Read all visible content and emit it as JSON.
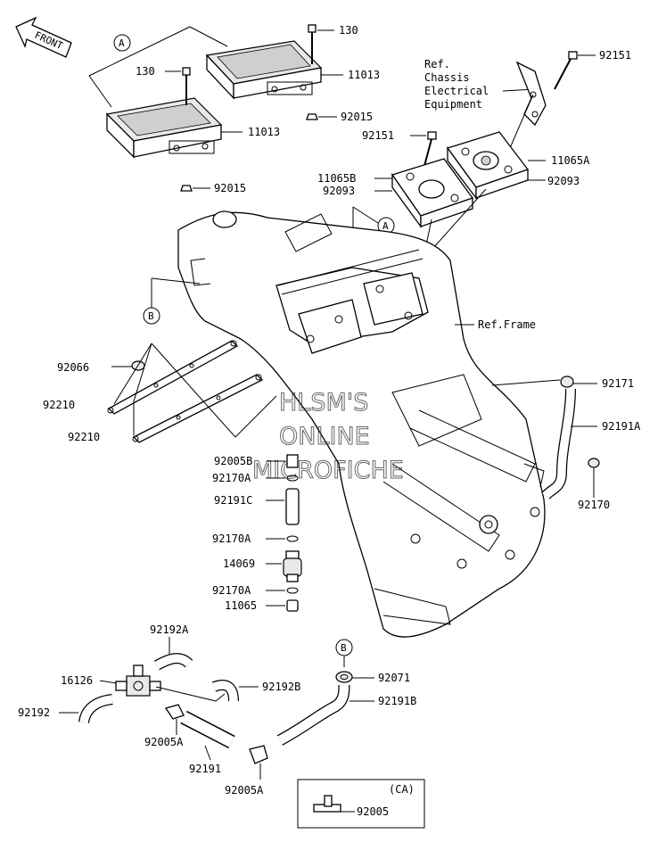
{
  "diagram": {
    "front_label": "FRONT",
    "ref_chassis": [
      "Ref.",
      "Chassis",
      "Electrical",
      "Equipment"
    ],
    "ref_frame": "Ref.Frame",
    "callout_a": "A",
    "callout_b": "B",
    "ca_label": "(CA)",
    "watermark": [
      "HLSM'S",
      "ONLINE",
      "MICROFICHE"
    ],
    "parts": {
      "p130_top": "130",
      "p130_left": "130",
      "p11013_top": "11013",
      "p11013_left": "11013",
      "p92015_top": "92015",
      "p92015_left": "92015",
      "p92151_top": "92151",
      "p92151_mid": "92151",
      "p11065A": "11065A",
      "p11065B": "11065B",
      "p92093_left": "92093",
      "p92093_right": "92093",
      "p92066": "92066",
      "p92210_a": "92210",
      "p92210_b": "92210",
      "p92171": "92171",
      "p92191A": "92191A",
      "p92170": "92170",
      "p92005B": "92005B",
      "p92170A_1": "92170A",
      "p92191C": "92191C",
      "p92170A_2": "92170A",
      "p14069": "14069",
      "p92170A_3": "92170A",
      "p11065": "11065",
      "p92192A": "92192A",
      "p16126": "16126",
      "p92192B": "92192B",
      "p92192": "92192",
      "p92005A_1": "92005A",
      "p92191": "92191",
      "p92005A_2": "92005A",
      "p92071": "92071",
      "p92191B": "92191B",
      "p92005": "92005"
    }
  }
}
